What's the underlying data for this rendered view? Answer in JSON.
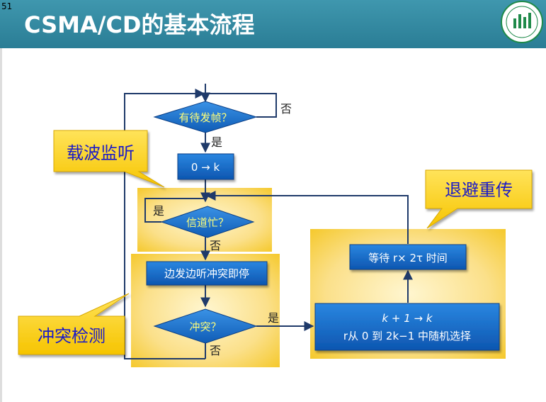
{
  "slide_number": "51",
  "title": "CSMA/CD的基本流程",
  "logo_icon": "university-logo-icon",
  "colors": {
    "header": "#2f88a1",
    "box_blue": "#1267c6",
    "callout_yellow": "#ffd21a",
    "callout_text": "#1a1ac8",
    "panel_yellow": "#f8d257"
  },
  "flow": {
    "decision_frame": "有待发帧？",
    "no_label_top": "否",
    "yes_label_frame": "是",
    "init_counter": "0 → k",
    "decision_busy": "信道忙？",
    "yes_label_busy": "是",
    "no_label_busy": "否",
    "send_listen": "边发边听冲突即停",
    "decision_collision": "冲突？",
    "yes_label_collision": "是",
    "no_label_collision": "否",
    "increment_line1": "k + 1 → k",
    "increment_line2": "r从 0 到 2k−1 中随机选择",
    "wait_box": "等待 r× 2τ 时间"
  },
  "callouts": {
    "carrier_sense": "载波监听",
    "backoff": "退避重传",
    "collision_detect": "冲突检测"
  }
}
